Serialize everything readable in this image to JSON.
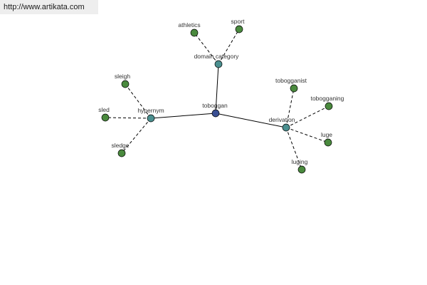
{
  "site": {
    "url_text": "http://www.artikata.com"
  },
  "colors": {
    "center": "#3a4f93",
    "relation": "#4a8f8f",
    "term": "#4a8a3e",
    "urlbar_bg": "#eeeeee"
  },
  "graph": {
    "nodes": [
      {
        "id": "toboggan",
        "label": "toboggan",
        "kind": "center"
      },
      {
        "id": "domain_category",
        "label": "domain category",
        "kind": "relation"
      },
      {
        "id": "hypernym",
        "label": "hypernym",
        "kind": "relation"
      },
      {
        "id": "derivation",
        "label": "derivation",
        "kind": "relation"
      },
      {
        "id": "athletics",
        "label": "athletics",
        "kind": "term"
      },
      {
        "id": "sport",
        "label": "sport",
        "kind": "term"
      },
      {
        "id": "sleigh",
        "label": "sleigh",
        "kind": "term"
      },
      {
        "id": "sled",
        "label": "sled",
        "kind": "term"
      },
      {
        "id": "sledge",
        "label": "sledge",
        "kind": "term"
      },
      {
        "id": "tobogganist",
        "label": "tobogganist",
        "kind": "term"
      },
      {
        "id": "tobogganing",
        "label": "tobogganing",
        "kind": "term"
      },
      {
        "id": "luge",
        "label": "luge",
        "kind": "term"
      },
      {
        "id": "luging",
        "label": "luging",
        "kind": "term"
      }
    ],
    "edges": [
      {
        "from": "toboggan",
        "to": "domain_category",
        "style": "solid"
      },
      {
        "from": "toboggan",
        "to": "hypernym",
        "style": "solid"
      },
      {
        "from": "toboggan",
        "to": "derivation",
        "style": "solid"
      },
      {
        "from": "domain_category",
        "to": "athletics",
        "style": "dashed"
      },
      {
        "from": "domain_category",
        "to": "sport",
        "style": "dashed"
      },
      {
        "from": "hypernym",
        "to": "sleigh",
        "style": "dashed"
      },
      {
        "from": "hypernym",
        "to": "sled",
        "style": "dashed"
      },
      {
        "from": "hypernym",
        "to": "sledge",
        "style": "dashed"
      },
      {
        "from": "derivation",
        "to": "tobogganist",
        "style": "dashed"
      },
      {
        "from": "derivation",
        "to": "tobogganing",
        "style": "dashed"
      },
      {
        "from": "derivation",
        "to": "luge",
        "style": "dashed"
      },
      {
        "from": "derivation",
        "to": "luging",
        "style": "dashed"
      }
    ]
  }
}
